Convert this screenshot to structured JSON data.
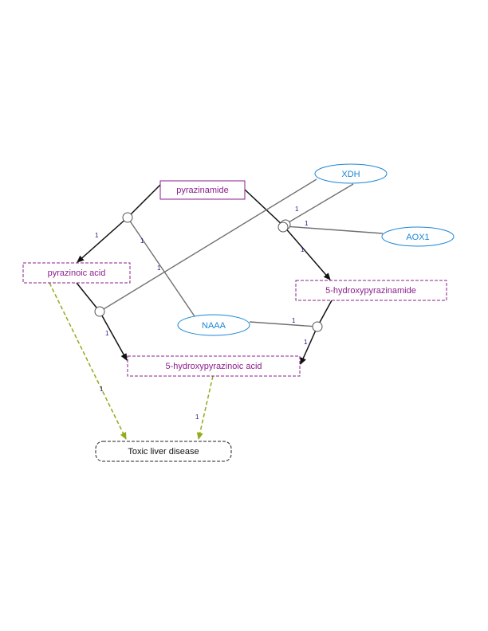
{
  "colors": {
    "metabolite": "#8b1f8b",
    "enzyme": "#1a86d6",
    "disease": "#222222",
    "reaction": "#111111",
    "catalysis": "#707070",
    "association": "#8fac1a",
    "edge_label": "#1a1a80"
  },
  "nodes": {
    "pyrazinamide": "pyrazinamide",
    "pyrazinoic_acid": "pyrazinoic acid",
    "hydroxypyrazinamide": "5-hydroxypyrazinamide",
    "hydroxypyrazinoic_acid": "5-hydroxypyrazinoic acid",
    "toxic_liver_disease": "Toxic liver disease",
    "xdh": "XDH",
    "aox1": "AOX1",
    "naaa": "NAAA"
  },
  "edge_labels": [
    "1",
    "1",
    "1",
    "1",
    "1",
    "1",
    "1",
    "1",
    "1",
    "1",
    "1"
  ]
}
